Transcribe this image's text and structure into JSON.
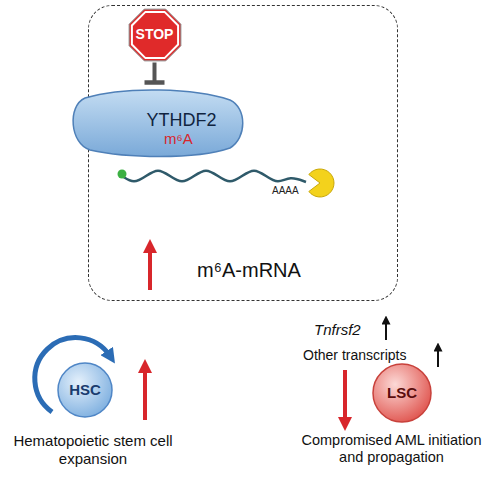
{
  "diagram": {
    "nodes": [
      {
        "text": [
          "m⁶A-mRNA"
        ]
      },
      {
        "text": [
          "STOP"
        ],
        "in": 0
      },
      {
        "text": [
          "YTHDF2"
        ],
        "in": 0
      },
      {
        "text": [
          "HSC"
        ]
      },
      {
        "text": [
          "LSC"
        ]
      }
    ],
    "edges": [
      {
        "from": 1,
        "to": 2,
        "arrow": "to"
      }
    ],
    "labels": [
      "m⁶A",
      "AAAA",
      "Tnfrsf2",
      "Other transcripts",
      "Hematopoietic stem cell expansion",
      "Compromised AML initiation and propagation"
    ]
  }
}
